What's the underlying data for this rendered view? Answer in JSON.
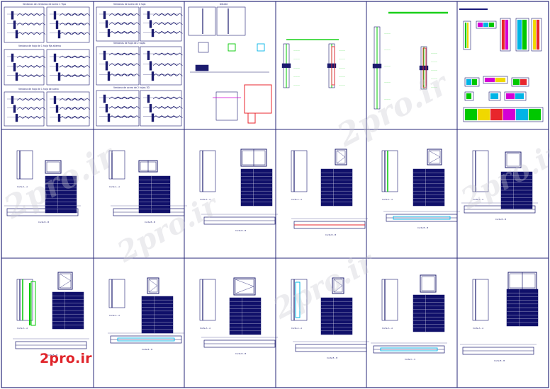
{
  "sheet": {
    "columns": 6,
    "rows": 3,
    "frame_color": "#2a2a7a",
    "drawing_color": "#1b1b6e",
    "table_color": "#10106a"
  },
  "row1_headers": {
    "p1_title": "Ventanas de ventanas de acero 1 Tipo",
    "p2_title": "Ventanas de acero de 1 hoja",
    "p3_title": "Detalle",
    "p4_title": "Seccion ventana de acero",
    "p5_title": "Seccion de ventana corredera",
    "p6_title": "Detalles de perfiles"
  },
  "row1_labels": {
    "p1_sub_a": "Ventana de hoja de 1 hoja fija alterno",
    "p1_sub_b": "Ventana de hoja de 1 hoja de acero",
    "p2_sub_a": "Ventanas de hoja de 2 hojas",
    "p2_sub_b": "Ventana de acero de 2 hojas 3D"
  },
  "cut_labels": {
    "aa": "Corte A - A",
    "bb": "Corte B - B",
    "cc": "Corte C - C"
  },
  "watermarks": [
    "2pro.ir",
    "2pro.ir",
    "2pro.ir",
    "2pro.ir",
    "2pro.ir"
  ],
  "logo": {
    "text": "2pro.ir",
    "color": "#e0242a"
  },
  "colors": {
    "green": "#00c800",
    "red": "#e8262c",
    "magenta": "#d400d4",
    "cyan": "#00b4e6",
    "yellow": "#f0d800",
    "navy_fill": "#1a1a7a",
    "green_label": "#19d019"
  }
}
